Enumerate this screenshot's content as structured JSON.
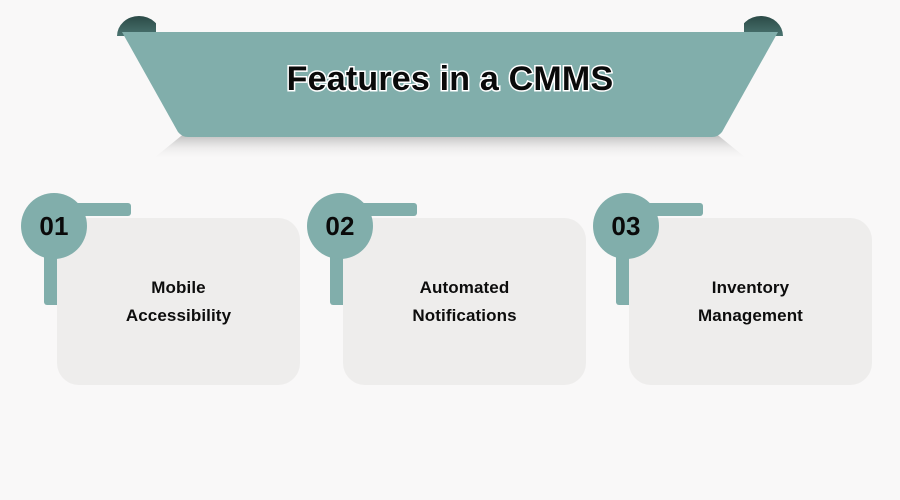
{
  "page": {
    "background_color": "#f9f8f8"
  },
  "banner": {
    "title": "Features in a CMMS",
    "fill_color": "#81aeab",
    "fold_dark_color": "#2f4f4c",
    "title_color": "#0a0a0a",
    "title_outline_color": "#ffffff",
    "left_fold_icon": "folded-ribbon-end-icon",
    "right_fold_icon": "folded-ribbon-end-icon"
  },
  "features": [
    {
      "number": "01",
      "label_line1": "Mobile",
      "label_line2": "Accessibility",
      "accent_color": "#81aeab",
      "card_color": "#eeedec"
    },
    {
      "number": "02",
      "label_line1": "Automated",
      "label_line2": "Notifications",
      "accent_color": "#81aeab",
      "card_color": "#eeedec"
    },
    {
      "number": "03",
      "label_line1": "Inventory",
      "label_line2": "Management",
      "accent_color": "#81aeab",
      "card_color": "#eeedec"
    }
  ]
}
